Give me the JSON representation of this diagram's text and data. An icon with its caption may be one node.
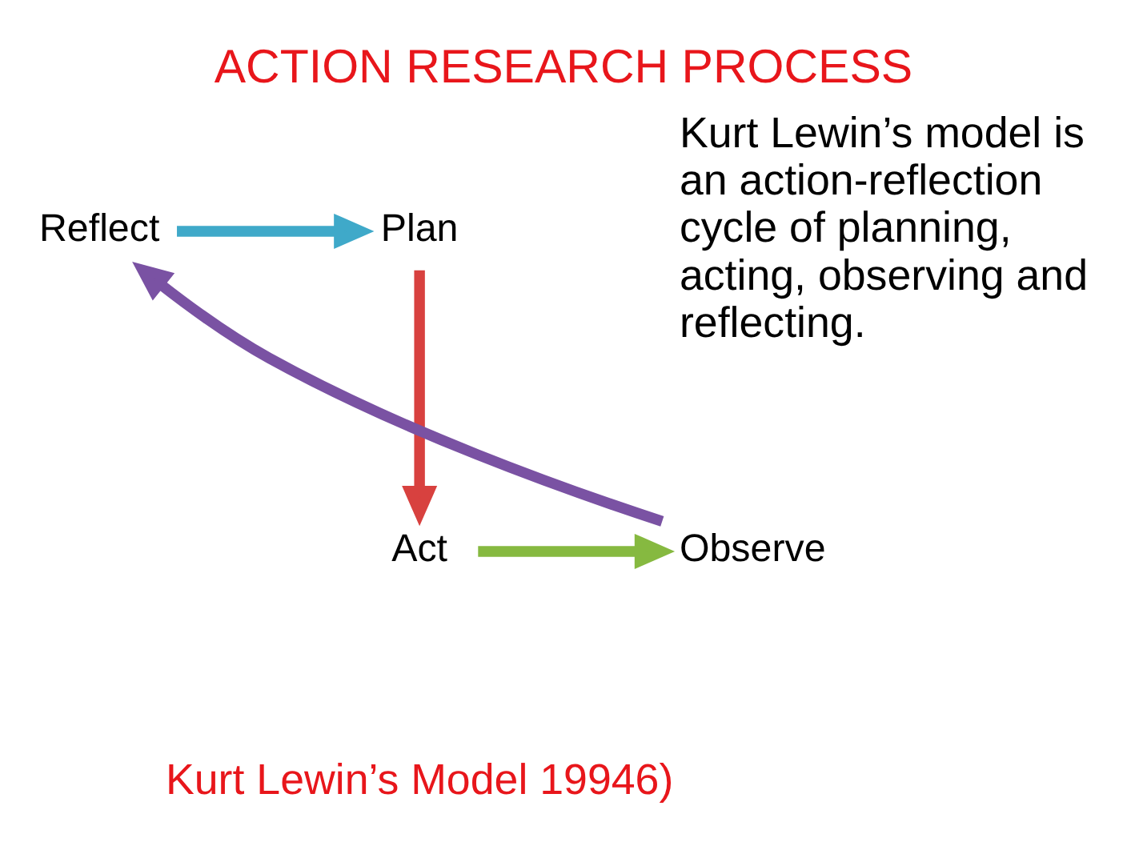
{
  "diagram": {
    "title": "ACTION RESEARCH PROCESS",
    "nodes": [
      {
        "text": [
          "Reflect"
        ]
      },
      {
        "text": [
          "Plan"
        ]
      },
      {
        "text": [
          "Act"
        ]
      },
      {
        "text": [
          "Observe"
        ]
      }
    ],
    "edges": [
      {
        "from": 0,
        "to": 1,
        "arrow": "to",
        "color": "#3fa9c9"
      },
      {
        "from": 1,
        "to": 2,
        "arrow": "to",
        "color": "#d8413f"
      },
      {
        "from": 2,
        "to": 3,
        "arrow": "to",
        "color": "#86b940"
      },
      {
        "from": 3,
        "to": 0,
        "arrow": "to",
        "color": "#7a52a3"
      }
    ],
    "labels": [
      "Kurt Lewin’s model is an action-reflection cycle of planning, acting, observing and reflecting.",
      "Kurt Lewin’s Model 19946)"
    ]
  }
}
